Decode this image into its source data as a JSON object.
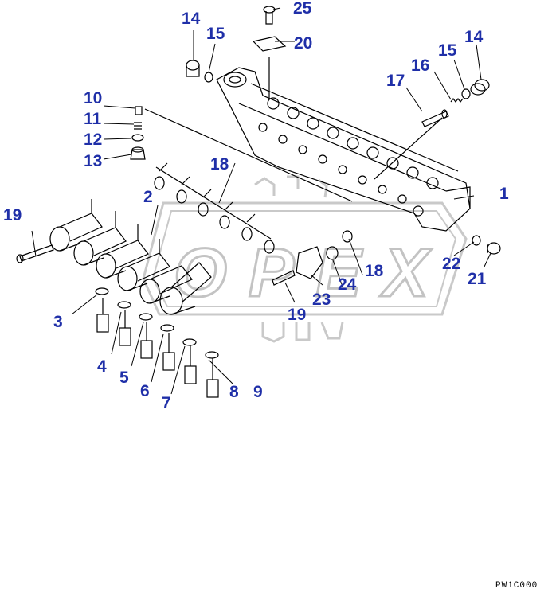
{
  "diagram": {
    "watermark": "OPEX",
    "drawing_code": "PW1C000",
    "callouts": [
      {
        "id": "c25",
        "label": "25"
      },
      {
        "id": "c14a",
        "label": "14"
      },
      {
        "id": "c15a",
        "label": "15"
      },
      {
        "id": "c20",
        "label": "20"
      },
      {
        "id": "c14b",
        "label": "14"
      },
      {
        "id": "c15b",
        "label": "15"
      },
      {
        "id": "c16",
        "label": "16"
      },
      {
        "id": "c17",
        "label": "17"
      },
      {
        "id": "c10",
        "label": "10"
      },
      {
        "id": "c11",
        "label": "11"
      },
      {
        "id": "c12",
        "label": "12"
      },
      {
        "id": "c13",
        "label": "13"
      },
      {
        "id": "c18a",
        "label": "18"
      },
      {
        "id": "c2",
        "label": "2"
      },
      {
        "id": "c1",
        "label": "1"
      },
      {
        "id": "c19a",
        "label": "19"
      },
      {
        "id": "c22",
        "label": "22"
      },
      {
        "id": "c21",
        "label": "21"
      },
      {
        "id": "c18b",
        "label": "18"
      },
      {
        "id": "c24",
        "label": "24"
      },
      {
        "id": "c23",
        "label": "23"
      },
      {
        "id": "c19b",
        "label": "19"
      },
      {
        "id": "c3",
        "label": "3"
      },
      {
        "id": "c4",
        "label": "4"
      },
      {
        "id": "c5",
        "label": "5"
      },
      {
        "id": "c6",
        "label": "6"
      },
      {
        "id": "c7",
        "label": "7"
      },
      {
        "id": "c8",
        "label": "8"
      },
      {
        "id": "c9",
        "label": "9"
      }
    ]
  }
}
